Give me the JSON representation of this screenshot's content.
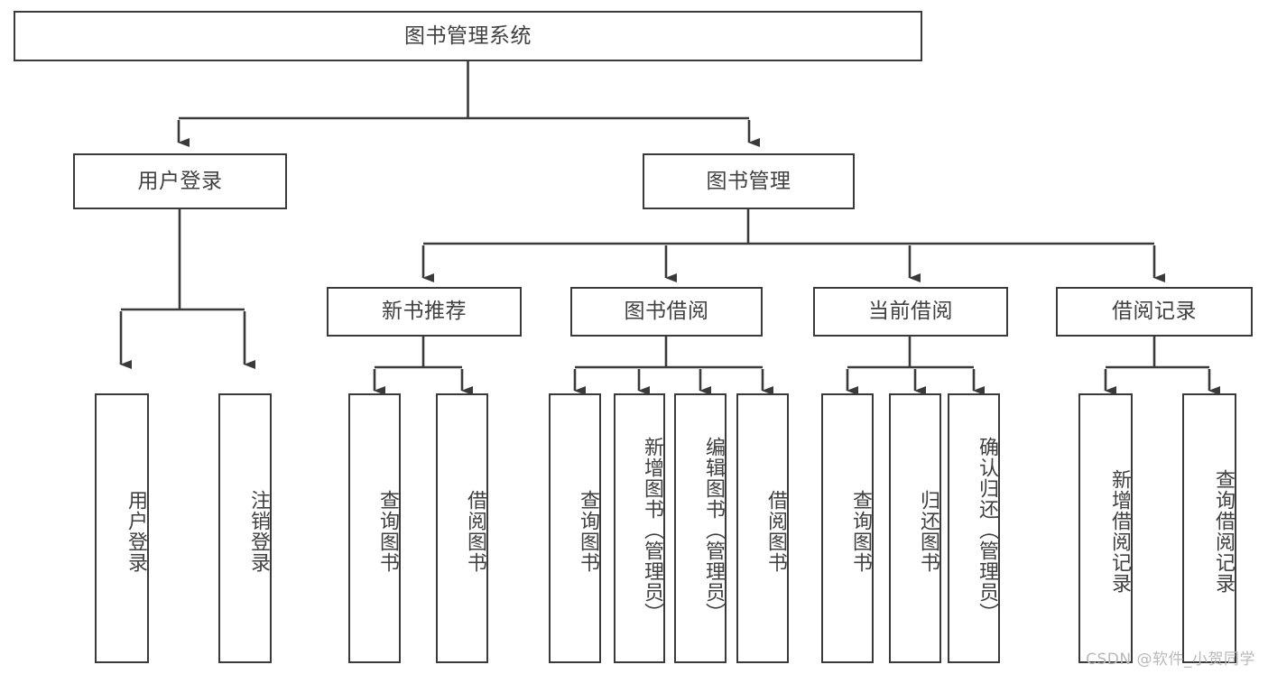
{
  "diagram": {
    "title": "图书管理系统",
    "type": "tree",
    "root": {
      "id": "root",
      "label": "图书管理系统"
    },
    "level2": [
      {
        "id": "user-login",
        "label": "用户登录"
      },
      {
        "id": "book-manage",
        "label": "图书管理"
      }
    ],
    "level3": [
      {
        "id": "new-book-rec",
        "label": "新书推荐",
        "parent": "book-manage"
      },
      {
        "id": "book-borrow",
        "label": "图书借阅",
        "parent": "book-manage"
      },
      {
        "id": "current-borrow",
        "label": "当前借阅",
        "parent": "book-manage"
      },
      {
        "id": "borrow-record",
        "label": "借阅记录",
        "parent": "book-manage"
      }
    ],
    "leaves": [
      {
        "id": "leaf-user-login",
        "label": "用户登录",
        "parent": "user-login"
      },
      {
        "id": "leaf-logout",
        "label": "注销登录",
        "parent": "user-login"
      },
      {
        "id": "leaf-query-book-1",
        "label": "查询图书",
        "parent": "new-book-rec"
      },
      {
        "id": "leaf-borrow-book-1",
        "label": "借阅图书",
        "parent": "new-book-rec"
      },
      {
        "id": "leaf-query-book-2",
        "label": "查询图书",
        "parent": "book-borrow"
      },
      {
        "id": "leaf-add-book",
        "label": "新增图书（管理员）",
        "parent": "book-borrow"
      },
      {
        "id": "leaf-edit-book",
        "label": "编辑图书（管理员）",
        "parent": "book-borrow"
      },
      {
        "id": "leaf-borrow-book-2",
        "label": "借阅图书",
        "parent": "book-borrow"
      },
      {
        "id": "leaf-query-book-3",
        "label": "查询图书",
        "parent": "current-borrow"
      },
      {
        "id": "leaf-return-book",
        "label": "归还图书",
        "parent": "current-borrow"
      },
      {
        "id": "leaf-confirm-return",
        "label": "确认归还（管理员）",
        "parent": "current-borrow"
      },
      {
        "id": "leaf-add-record",
        "label": "新增借阅记录",
        "parent": "borrow-record"
      },
      {
        "id": "leaf-query-record",
        "label": "查询借阅记录",
        "parent": "borrow-record"
      }
    ],
    "colors": {
      "border": "#3a3a3a",
      "text": "#404040",
      "background": "#ffffff",
      "watermark": "#b9b9b9"
    }
  },
  "watermark": {
    "text": "CSDN @软件_小贺同学"
  }
}
